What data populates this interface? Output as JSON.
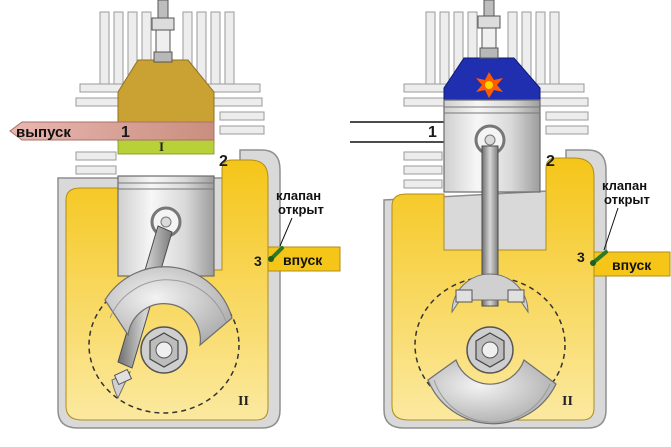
{
  "left_engine": {
    "exhaust_label": "выпуск",
    "port_exhaust_number": "1",
    "port_transfer_number": "2",
    "port_intake_number": "3",
    "zone_upper_roman": "I",
    "zone_lower_roman": "II",
    "valve_label_line1": "клапан",
    "valve_label_line2": "открыт",
    "intake_label": "впуск"
  },
  "right_engine": {
    "port_exhaust_number": "1",
    "port_transfer_number": "2",
    "port_intake_number": "3",
    "zone_lower_roman": "II",
    "valve_label_line1": "клапан",
    "valve_label_line2": "открыт",
    "intake_label": "впуск"
  },
  "colors": {
    "crankcase_fill": "#f5c518",
    "mixture_fill": "#c9a233",
    "exhaust_arrow": "#d98a86",
    "burning_fill": "#1f2fb0",
    "spark": "#ff5a00",
    "transfer_zone": "#b8d138",
    "metal_light": "#e6e6e6",
    "metal_dark": "#8c8c8c"
  },
  "icons": [
    "spark-plug-icon",
    "valve-icon",
    "arrow-left-icon"
  ]
}
